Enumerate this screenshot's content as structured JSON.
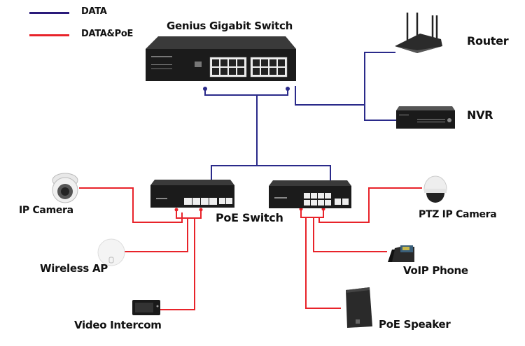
{
  "legend": {
    "items": [
      {
        "label": "DATA",
        "color": "#2a1a7a"
      },
      {
        "label": "DATA&PoE",
        "color": "#e8232a"
      }
    ]
  },
  "colors": {
    "data_line": "#2a2a8a",
    "poe_line": "#e8232a",
    "device_dark": "#1e1e1e",
    "background": "#ffffff"
  },
  "devices": {
    "core_switch": {
      "label": "Genius Gigabit Switch",
      "icon": "gigabit-switch-icon"
    },
    "router": {
      "label": "Router",
      "icon": "router-icon"
    },
    "nvr": {
      "label": "NVR",
      "icon": "nvr-icon"
    },
    "poe_switch": {
      "label": "PoE Switch",
      "icon": "poe-switch-icon"
    },
    "ip_camera": {
      "label": "IP Camera",
      "icon": "dome-camera-icon"
    },
    "wireless_ap": {
      "label": "Wireless AP",
      "icon": "access-point-icon"
    },
    "video_intercom": {
      "label": "Video Intercom",
      "icon": "intercom-icon"
    },
    "ptz_camera": {
      "label": "PTZ IP Camera",
      "icon": "ptz-camera-icon"
    },
    "voip_phone": {
      "label": "VoIP Phone",
      "icon": "voip-phone-icon"
    },
    "poe_speaker": {
      "label": "PoE Speaker",
      "icon": "speaker-icon"
    }
  }
}
